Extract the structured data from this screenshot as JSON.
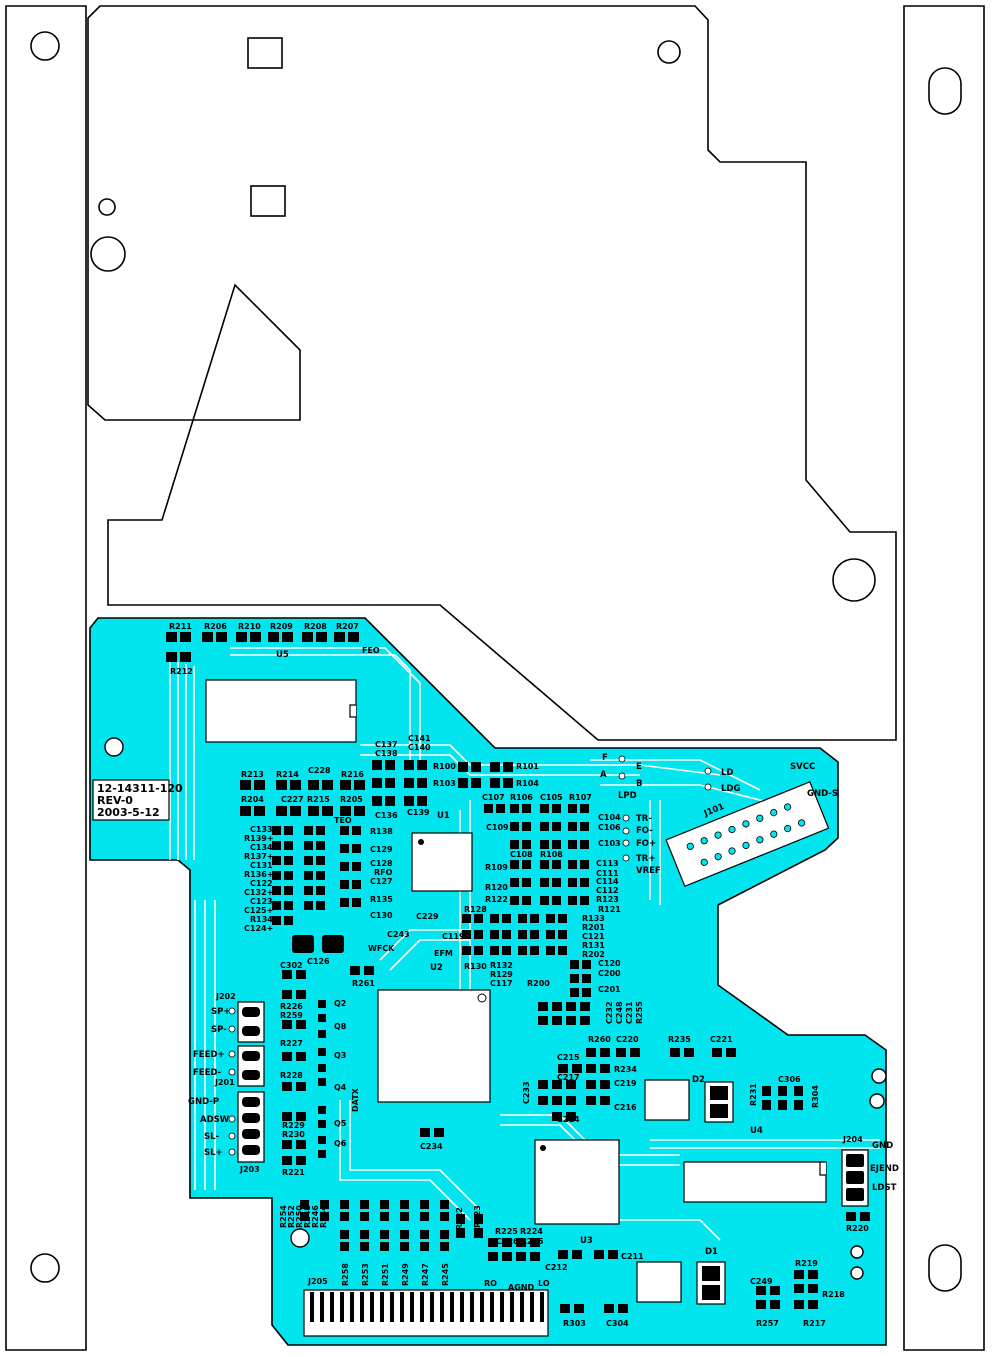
{
  "info_block": {
    "part_number": "12-14311-120",
    "revision": "REV-0",
    "date": "2003-5-12"
  },
  "colors": {
    "copper": "#00E5EE",
    "outline": "#000000",
    "background": "#FFFFFF"
  },
  "ics": [
    "U5",
    "U1",
    "U2",
    "U3",
    "U4"
  ],
  "connectors": [
    "J101",
    "J201",
    "J202",
    "J203",
    "J204",
    "J205"
  ],
  "top_row_resistors": [
    "R211",
    "R206",
    "R210",
    "R209",
    "R208",
    "R207"
  ],
  "bottom_resistor_column": [
    "R254",
    "R252",
    "R250",
    "R248",
    "R246",
    "R244"
  ],
  "bottom_resistor_row": [
    "R258",
    "R253",
    "R251",
    "R249",
    "R247",
    "R245"
  ],
  "components": {
    "r212": "R212",
    "feo": "FEO",
    "c137": "C137",
    "c138": "C138",
    "c141": "C141",
    "c140": "C140",
    "r100": "R100",
    "r103": "R103",
    "r101": "R101",
    "r104": "R104",
    "c136": "C136",
    "c139": "C139",
    "r213": "R213",
    "r214": "R214",
    "c228": "C228",
    "r216": "R216",
    "r204": "R204",
    "c227": "C227",
    "r215": "R215",
    "r205": "R205",
    "teo": "TEO",
    "c133": "C133",
    "r139": "R139+",
    "c134": "C134",
    "r137": "R137+",
    "c131": "C131",
    "r136": "R136+",
    "c122": "C122",
    "c132": "C132+",
    "c123": "C123",
    "c125": "C125+",
    "r134": "R134",
    "c124": "C124+",
    "r138": "R138",
    "c129": "C129",
    "c128": "C128",
    "rfo": "RFO",
    "c127": "C127",
    "r135": "R135",
    "c130": "C130",
    "c107": "C107",
    "r106": "R106",
    "c105": "C105",
    "r107": "R107",
    "c109": "C109",
    "c104": "C104",
    "c106": "C106",
    "c103": "C103",
    "c108": "C108",
    "r108": "R108",
    "r109": "R109",
    "c113": "C113",
    "c111": "C111",
    "r120": "R120",
    "c114": "C114",
    "c112": "C112",
    "r122": "R122",
    "r123": "R123",
    "r121": "R121",
    "r128": "R128",
    "r133": "R133",
    "r201": "R201",
    "c121": "C121",
    "r131": "R131",
    "r202": "R202",
    "c119": "C119",
    "c229": "C229",
    "c243": "C243",
    "wfck": "WFCK",
    "efm": "EFM",
    "r130": "R130",
    "r132": "R132",
    "r129": "R129",
    "c117": "C117",
    "r200": "R200",
    "c120": "C120",
    "c200": "C200",
    "c201": "C201",
    "c232": "C232",
    "c248": "C248",
    "c231": "C231",
    "r255": "R255",
    "c126": "C126",
    "r261": "R261",
    "c302": "C302",
    "r226": "R226",
    "r259": "R259",
    "q2": "Q2",
    "q8": "Q8",
    "r227": "R227",
    "q3": "Q3",
    "r228": "R228",
    "q4": "Q4",
    "datx": "DATX",
    "q5": "Q5",
    "r229": "R229",
    "r230": "R230",
    "q6": "Q6",
    "r221": "R221",
    "c234": "C234",
    "r260": "R260",
    "c220": "C220",
    "r235": "R235",
    "c221": "C221",
    "c215": "C215",
    "r234": "R234",
    "c217": "C217",
    "c219": "C219",
    "c233": "C233",
    "c216": "C216",
    "c214": "C214",
    "d2": "D2",
    "d1": "D1",
    "r231": "R231",
    "c306": "C306",
    "r304": "R304",
    "r220": "R220",
    "r222": "R222",
    "r223": "R223",
    "r225": "R225",
    "r224": "R224",
    "c226": "C226",
    "c225": "C225",
    "c212": "C212",
    "c211": "C211",
    "r219": "R219",
    "c249": "C249",
    "r218": "R218",
    "r257": "R257",
    "r217": "R217",
    "r303": "R303",
    "c304": "C304",
    "ro": "RO",
    "agnd": "AGND",
    "lo": "LO"
  },
  "signals": {
    "f": "F",
    "e": "E",
    "a": "A",
    "b": "B",
    "lpd": "LPD",
    "ld": "LD",
    "ldg": "LDG",
    "svcc": "SVCC",
    "gnd_s": "GND-S",
    "tr_minus": "TR-",
    "fo_minus": "FO-",
    "fo_plus": "FO+",
    "tr_plus": "TR+",
    "vref": "VREF",
    "sp_plus": "SP+",
    "sp_minus": "SP-",
    "feed_plus": "FEED+",
    "feed_minus": "FEED-",
    "gnd_p": "GND-P",
    "adsw": "ADSW",
    "sl_minus": "SL-",
    "sl_plus": "SL+",
    "gnd": "GND",
    "ejend": "EJEND",
    "ldst": "LDST"
  }
}
